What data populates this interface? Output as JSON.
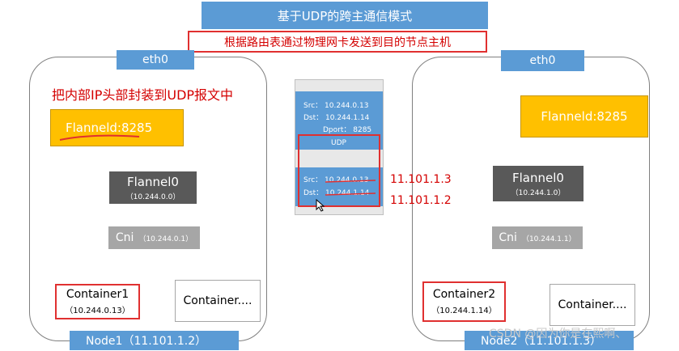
{
  "header": {
    "title": "基于UDP的跨主通信模式",
    "subtitle": "根据路由表通过物理网卡发送到目的节点主机"
  },
  "node1": {
    "eth": "eth0",
    "note": "把内部IP头部封装到UDP报文中",
    "flanneld": "Flanneld:8285",
    "flannel0_name": "Flannel0",
    "flannel0_ip": "（10.244.0.0）",
    "cni_name": "Cni",
    "cni_ip": "（10.244.0.1）",
    "container1_name": "Container1",
    "container1_ip": "（10.244.0.13）",
    "container2_name": "Container....",
    "label": "Node1（11.101.1.2）"
  },
  "node2": {
    "eth": "eth0",
    "flanneld": "Flanneld:8285",
    "flannel0_name": "Flannel0",
    "flannel0_ip": "（10.244.1.0）",
    "cni_name": "Cni",
    "cni_ip": "（10.244.1.1）",
    "container1_name": "Container2",
    "container1_ip": "（10.244.1.14）",
    "container2_name": "Container....",
    "label": "Node2（11.101.1.3）"
  },
  "packet": {
    "inner_src": "Src：  10.244.0.13",
    "inner_dst": "Dst：  10.244.1.14",
    "dport": "Dport：  8285",
    "udp": "UDP",
    "outer_src": "Src：  10.244.0.13",
    "outer_dst": "Dst：  10.244.1.14",
    "new_src": "11.101.1.3",
    "new_dst": "11.101.1.2"
  },
  "watermark": "CSDN @因为你是在熙啊、",
  "colors": {
    "blue": "#5b9bd5",
    "orange": "#ffc000",
    "dark_gray": "#595959",
    "gray": "#a6a6a6",
    "red": "#e03030"
  }
}
